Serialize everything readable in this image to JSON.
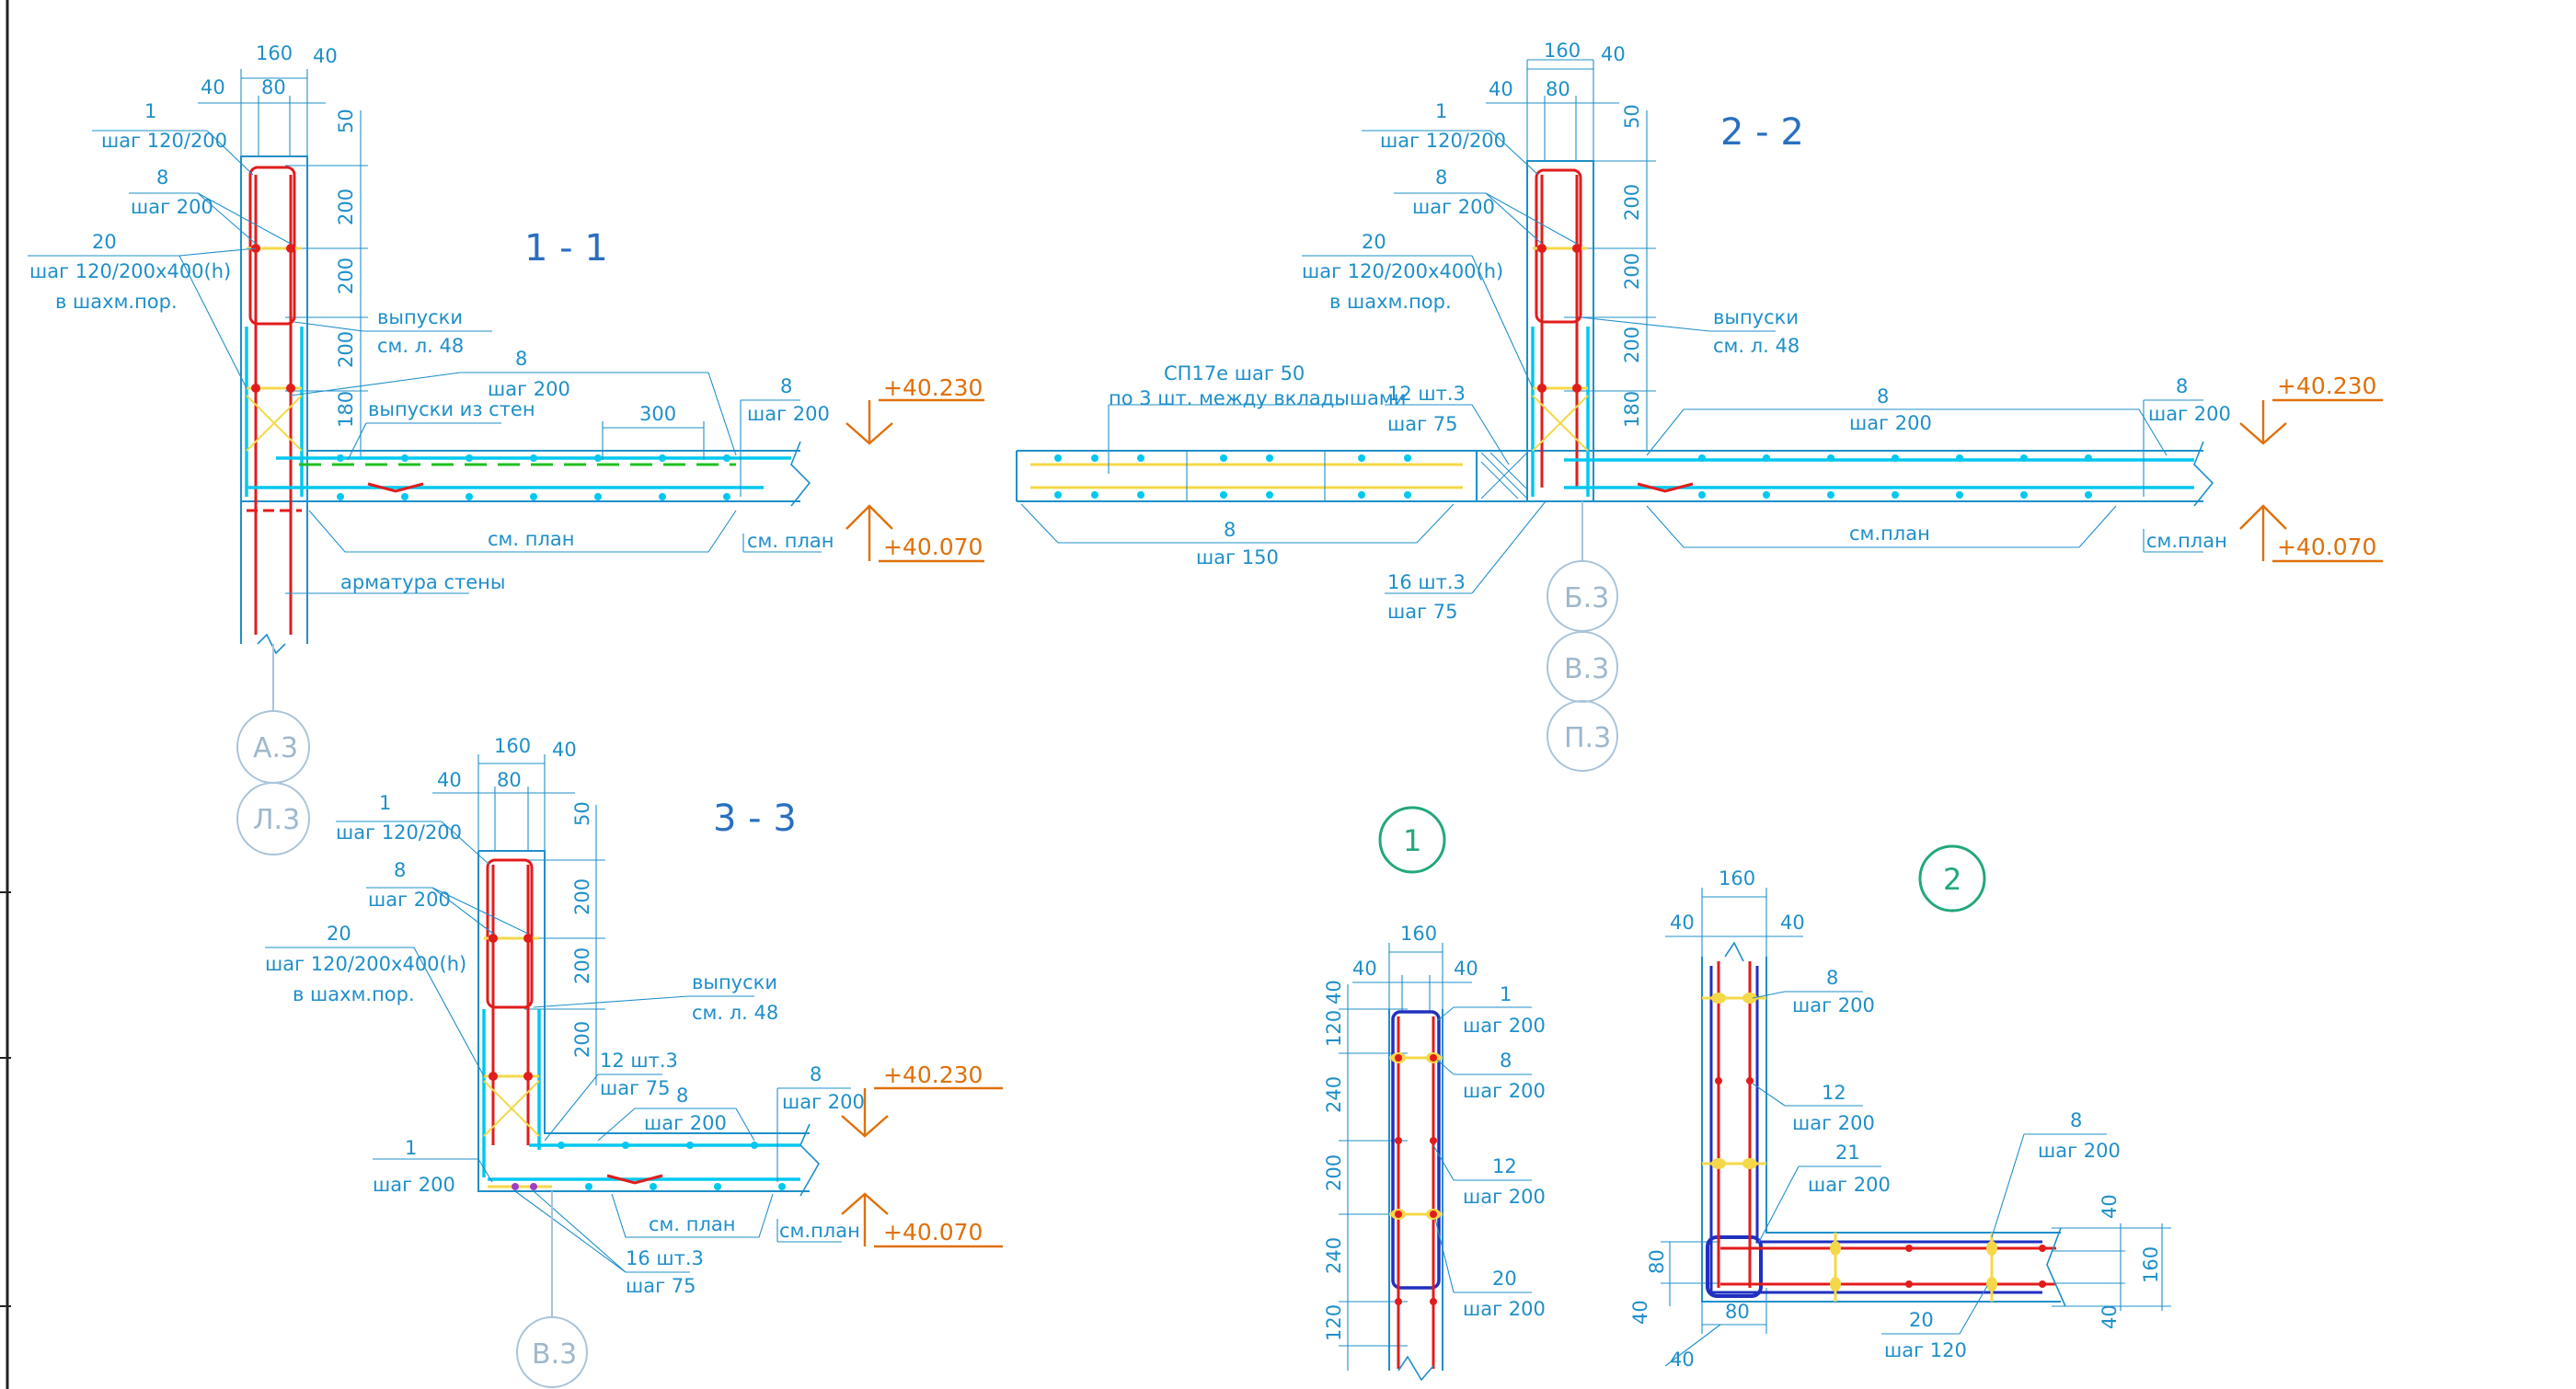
{
  "sections": {
    "s1": {
      "title": "1 - 1",
      "dims": {
        "top_total": "160",
        "top_a": "40",
        "top_b": "80",
        "top_c": "40",
        "v1": "50",
        "v2": "200",
        "v3": "200",
        "v4": "200",
        "v5": "180"
      },
      "labels": {
        "r1_num": "1",
        "r1_step": "шаг 120/200",
        "r2_num": "8",
        "r2_step": "шаг 200",
        "r3_num": "20",
        "r3_step": "шаг 120/200x400(h)",
        "r3_note": "в шахм.пор.",
        "outlets": "выпуски",
        "outlets_ref": "см. л. 48",
        "slab_num": "8",
        "slab_step": "шаг 200",
        "outlets_wall": "выпуски из стен",
        "lap": "300",
        "top_num": "8",
        "top_step": "шаг 200",
        "see_plan": "см. план",
        "see_plan2": "см. план",
        "wall_rebar": "арматура стены"
      },
      "levels": {
        "top": "+40.230",
        "bottom": "+40.070"
      },
      "bubbles": [
        "А.3",
        "Л.3"
      ]
    },
    "s2": {
      "title": "2 - 2",
      "dims": {
        "top_total": "160",
        "top_a": "40",
        "top_b": "80",
        "top_c": "40",
        "v1": "50",
        "v2": "200",
        "v3": "200",
        "v4": "200",
        "v5": "180"
      },
      "labels": {
        "r1_num": "1",
        "r1_step": "шаг 120/200",
        "r2_num": "8",
        "r2_step": "шаг 200",
        "r3_num": "20",
        "r3_step": "шаг 120/200x400(h)",
        "r3_note": "в шахм.пор.",
        "outlets": "выпуски",
        "outlets_ref": "см. л. 48",
        "sp": "СП17е шаг 50",
        "sp_note": "по 3 шт. между вкладышами",
        "a12": "12 шт.3",
        "a12_step": "шаг 75",
        "slab_num": "8",
        "slab_step": "шаг 200",
        "top_num": "8",
        "top_step": "шаг 200",
        "bot_num": "8",
        "bot_step": "шаг 150",
        "a16": "16 шт.3",
        "a16_step": "шаг 75",
        "see_plan": "см.план",
        "see_plan2": "см.план"
      },
      "levels": {
        "top": "+40.230",
        "bottom": "+40.070"
      },
      "bubbles": [
        "Б.3",
        "В.3",
        "П.3"
      ]
    },
    "s3": {
      "title": "3 - 3",
      "dims": {
        "top_total": "160",
        "top_a": "40",
        "top_b": "80",
        "top_c": "40",
        "v1": "50",
        "v2": "200",
        "v3": "200",
        "v4": "200"
      },
      "labels": {
        "r1_num": "1",
        "r1_step": "шаг 120/200",
        "r2_num": "8",
        "r2_step": "шаг 200",
        "r3_num": "20",
        "r3_step": "шаг 120/200x400(h)",
        "r3_note": "в шахм.пор.",
        "outlets": "выпуски",
        "outlets_ref": "см. л. 48",
        "a12": "12 шт.3",
        "a12_step": "шаг 75",
        "slab_num": "8",
        "slab_step": "шаг 200",
        "top_num": "8",
        "top_step": "шаг 200",
        "b1_num": "1",
        "b1_step": "шаг 200",
        "see_plan": "см. план",
        "see_plan2": "см.план",
        "a16": "16 шт.3",
        "a16_step": "шаг 75"
      },
      "levels": {
        "top": "+40.230",
        "bottom": "+40.070"
      },
      "bubbles": [
        "В.3"
      ]
    },
    "n1": {
      "mark": "1",
      "dims": {
        "top_total": "160",
        "top_a": "40",
        "top_c": "40",
        "v0": "40",
        "v1": "120",
        "v2": "240",
        "v3": "200",
        "v4": "240",
        "v5": "120"
      },
      "labels": {
        "a_num": "1",
        "a_step": "шаг 200",
        "b_num": "8",
        "b_step": "шаг 200",
        "c_num": "12",
        "c_step": "шаг 200",
        "d_num": "20",
        "d_step": "шаг 200"
      }
    },
    "n2": {
      "mark": "2",
      "dims": {
        "top_total": "160",
        "top_a": "40",
        "top_c": "40",
        "left_a": "80",
        "left_b": "40",
        "bot_a": "80",
        "bot_b": "40",
        "r1": "40",
        "r2": "40",
        "r_total": "160"
      },
      "labels": {
        "a_num": "8",
        "a_step": "шаг 200",
        "b_num": "12",
        "b_step": "шаг 200",
        "c_num": "21",
        "c_step": "шаг 200",
        "d_num": "8",
        "d_step": "шаг 200",
        "e_num": "20",
        "e_step": "шаг 120"
      }
    }
  }
}
